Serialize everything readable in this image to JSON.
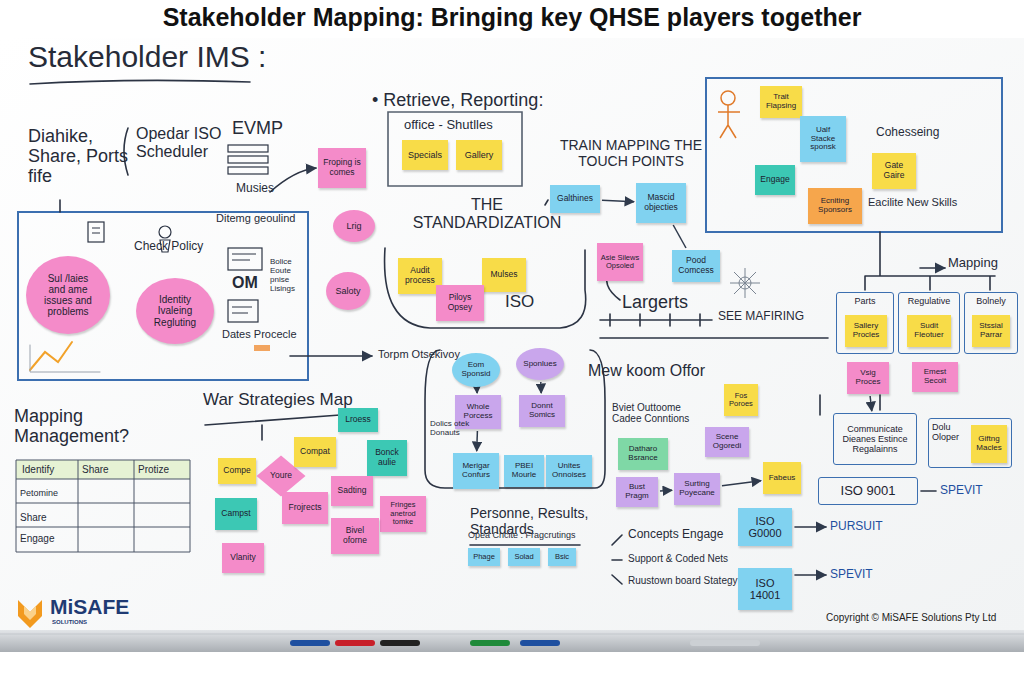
{
  "diagram": {
    "title": "Stakeholder Mapping: Bringing key QHSE players together",
    "nodes": [
      {
        "text": [
          "Froping is comes"
        ]
      },
      {
        "text": [
          "Specials"
        ]
      },
      {
        "text": [
          "Gallery"
        ]
      },
      {
        "text": [
          "Galthines"
        ]
      },
      {
        "text": [
          "Mascid objecties"
        ]
      },
      {
        "text": [
          "Trait Flapsing"
        ]
      },
      {
        "text": [
          "Ualf Stacke sponsk"
        ]
      },
      {
        "text": [
          "Engage"
        ]
      },
      {
        "text": [
          "Ecniting Sponsors"
        ]
      },
      {
        "text": [
          "Gate Gaire"
        ]
      },
      {
        "text": [
          "Lrig"
        ]
      },
      {
        "text": [
          "Sul /laies and ame issues and problems"
        ]
      },
      {
        "text": [
          "Identity Ivaleing Regluting"
        ]
      },
      {
        "text": [
          "Audit process"
        ]
      },
      {
        "text": [
          "Mulses"
        ]
      },
      {
        "text": [
          "Piloys Opsey"
        ]
      },
      {
        "text": [
          "Saloty"
        ]
      },
      {
        "text": [
          "Asie Silews Opsoled"
        ]
      },
      {
        "text": [
          "Pood Comcess"
        ]
      },
      {
        "text": [
          "Parts"
        ]
      },
      {
        "text": [
          "Sallery Procles"
        ],
        "in": 19
      },
      {
        "text": [
          "Regulative"
        ]
      },
      {
        "text": [
          "Sudit Fleotuer"
        ],
        "in": 21
      },
      {
        "text": [
          "Bolnely"
        ]
      },
      {
        "text": [
          "Stssial Parrar"
        ],
        "in": 23
      },
      {
        "text": [
          "Vsig Proces"
        ]
      },
      {
        "text": [
          "Emest Secoit"
        ]
      },
      {
        "text": [
          "Eom Sponsid"
        ]
      },
      {
        "text": [
          "Sponlues"
        ]
      },
      {
        "text": [
          "Lroess"
        ]
      },
      {
        "text": [
          "Whole Porcess"
        ]
      },
      {
        "text": [
          "Donnt Somics"
        ]
      },
      {
        "text": [
          "Fos Poroes"
        ]
      },
      {
        "text": [
          "Communicate Dieanes Estince Regalainns"
        ]
      },
      {
        "text": [
          "Dolu Oloper"
        ]
      },
      {
        "text": [
          "Giftng Macles"
        ],
        "in": 34
      },
      {
        "text": [
          "Scene Ogoredi"
        ]
      },
      {
        "text": [
          "Datharo Bsrance"
        ]
      },
      {
        "text": [
          "Compe"
        ]
      },
      {
        "text": [
          "Youre"
        ]
      },
      {
        "text": [
          "Compat"
        ]
      },
      {
        "text": [
          "Bonck aulie"
        ]
      },
      {
        "text": [
          "Merigar Confurs"
        ]
      },
      {
        "text": [
          "PBEI Mourle"
        ]
      },
      {
        "text": [
          "Unites Onnoises"
        ]
      },
      {
        "text": [
          "Bust Pragm"
        ]
      },
      {
        "text": [
          "Surting Poyecane"
        ]
      },
      {
        "text": [
          "Fabeus"
        ]
      },
      {
        "text": [
          "Sadting"
        ]
      },
      {
        "text": [
          "Campst"
        ]
      },
      {
        "text": [
          "Frojrects"
        ]
      },
      {
        "text": [
          "Fringes anetrod tomke"
        ]
      },
      {
        "text": [
          "ISO 9001"
        ]
      },
      {
        "text": [
          "Bivel oforne"
        ]
      },
      {
        "text": [
          "ISO G0000"
        ]
      },
      {
        "text": [
          "Vlanity"
        ]
      },
      {
        "text": [
          "Phage"
        ]
      },
      {
        "text": [
          "Solad"
        ]
      },
      {
        "text": [
          "Bsic"
        ]
      },
      {
        "text": [
          "ISO 14001"
        ]
      }
    ],
    "edges": [
      {
        "from": 3,
        "to": 4,
        "arrow": "to"
      },
      {
        "from": 4,
        "to": 18,
        "arrow": "none"
      },
      {
        "from": 27,
        "to": 30,
        "arrow": "to"
      },
      {
        "from": 28,
        "to": 31,
        "arrow": "to"
      },
      {
        "from": 30,
        "to": 42,
        "arrow": "to"
      },
      {
        "from": 45,
        "to": 46,
        "arrow": "to"
      },
      {
        "from": 46,
        "to": 47,
        "arrow": "to"
      },
      {
        "from": 25,
        "to": 33,
        "arrow": "to"
      }
    ],
    "labels": [
      "Stakeholder IMS :",
      "Diahike, Share, Ports fife",
      "Opedar ISO Scheduler",
      "EVMP",
      "Musies",
      "Check Policy",
      "Ditemg geoulind",
      "Bolice Eoute pnise Lisings",
      "OM",
      "Dates Procecle",
      "• Retrieve, Reporting:",
      "office - Shutlles",
      "TRAIN MAPPING THE TOUCH POINTS",
      "THE STANDARDIZATION",
      "ISO",
      "Cohesseing",
      "Eacilite New Skills",
      "Mapping",
      "Largerts",
      "SEE MAFIRING",
      "Torpm Otsekivoy",
      "Mapping Management?",
      "Identify",
      "Share",
      "Protize",
      "Petomine",
      "Share",
      "Engage",
      "War Strategies Map",
      "Mew koom Offor",
      "Bviet Outtoome Cadee Conntions",
      "Dolics otek Donauts",
      "Personne, Results, Standards",
      "Opea Cncite : Fragcrutings",
      "Concepts Engage",
      "Support & Coded Nets",
      "Ruustown board Stategy",
      "PURSUIT",
      "SPEVIT",
      "SPEVIT",
      "Copyright © MiSAFE Solutions Pty Ltd",
      "MiSAFE",
      "SOLUTIONS"
    ]
  }
}
